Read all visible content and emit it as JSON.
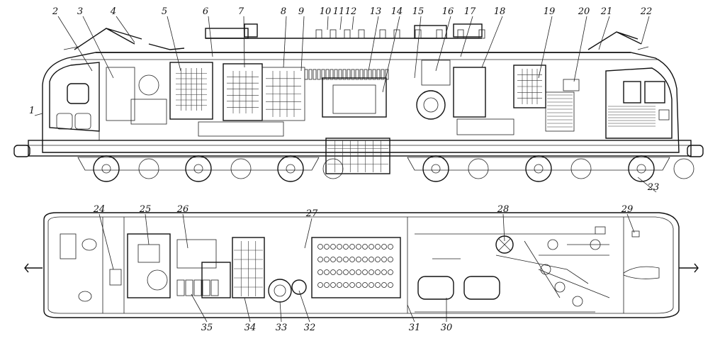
{
  "labels_top": [
    "1",
    "2",
    "3",
    "4",
    "5",
    "6",
    "7",
    "8",
    "9",
    "10",
    "11",
    "12",
    "13",
    "14",
    "15",
    "16",
    "17",
    "18",
    "19",
    "20",
    "21",
    "22",
    "23"
  ],
  "labels_bottom": [
    "24",
    "25",
    "26",
    "27",
    "28",
    "29",
    "30",
    "31",
    "32",
    "33",
    "34",
    "35"
  ],
  "colors": {
    "ink": "#111111",
    "paper": "#ffffff"
  }
}
